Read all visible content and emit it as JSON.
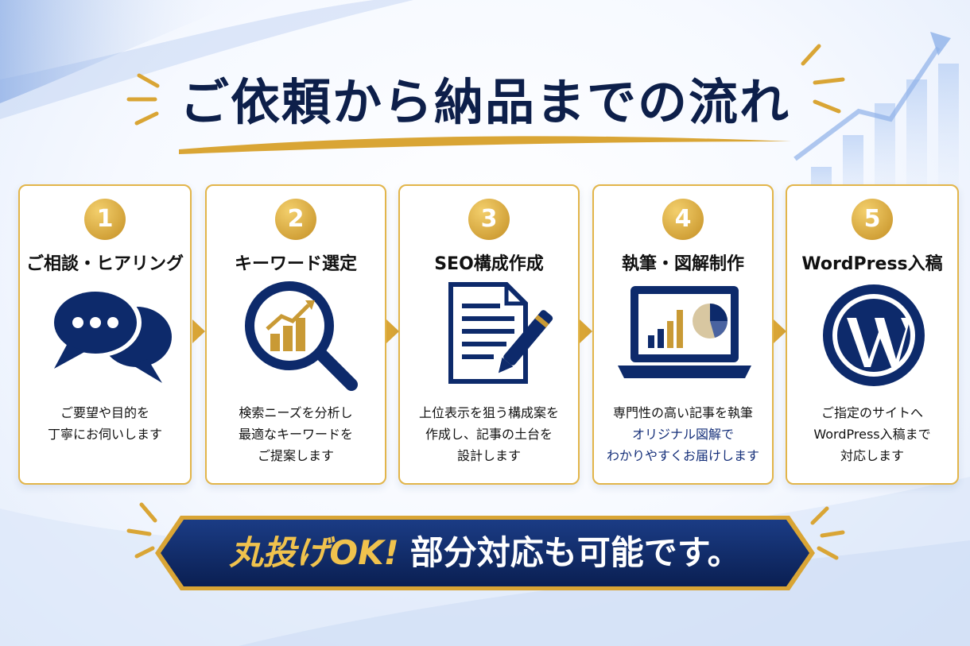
{
  "title": "ご依頼から納品までの流れ",
  "steps": [
    {
      "number": "1",
      "title": "ご相談・ヒアリング",
      "icon": "chat-bubbles-icon",
      "desc": [
        "ご要望や目的を",
        "丁寧にお伺いします"
      ]
    },
    {
      "number": "2",
      "title": "キーワード選定",
      "icon": "magnifier-chart-icon",
      "desc": [
        "検索ニーズを分析し",
        "最適なキーワードを",
        "ご提案します"
      ]
    },
    {
      "number": "3",
      "title": "SEO構成作成",
      "icon": "document-pen-icon",
      "desc": [
        "上位表示を狙う構成案を",
        "作成し、記事の土台を",
        "設計します"
      ]
    },
    {
      "number": "4",
      "title": "執筆・図解制作",
      "icon": "laptop-chart-icon",
      "desc": [
        "専門性の高い記事を執筆",
        "オリジナル図解で",
        "わかりやすくお届けします"
      ]
    },
    {
      "number": "5",
      "title": "WordPress入稿",
      "icon": "wordpress-logo-icon",
      "desc": [
        "ご指定のサイトへ",
        "WordPress入稿まで",
        "対応します"
      ]
    }
  ],
  "banner": {
    "highlight": "丸投げOK!",
    "text": "部分対応も可能です。"
  },
  "colors": {
    "navy": "#0d2a6b",
    "gold": "#d9a535",
    "text": "#111111"
  }
}
